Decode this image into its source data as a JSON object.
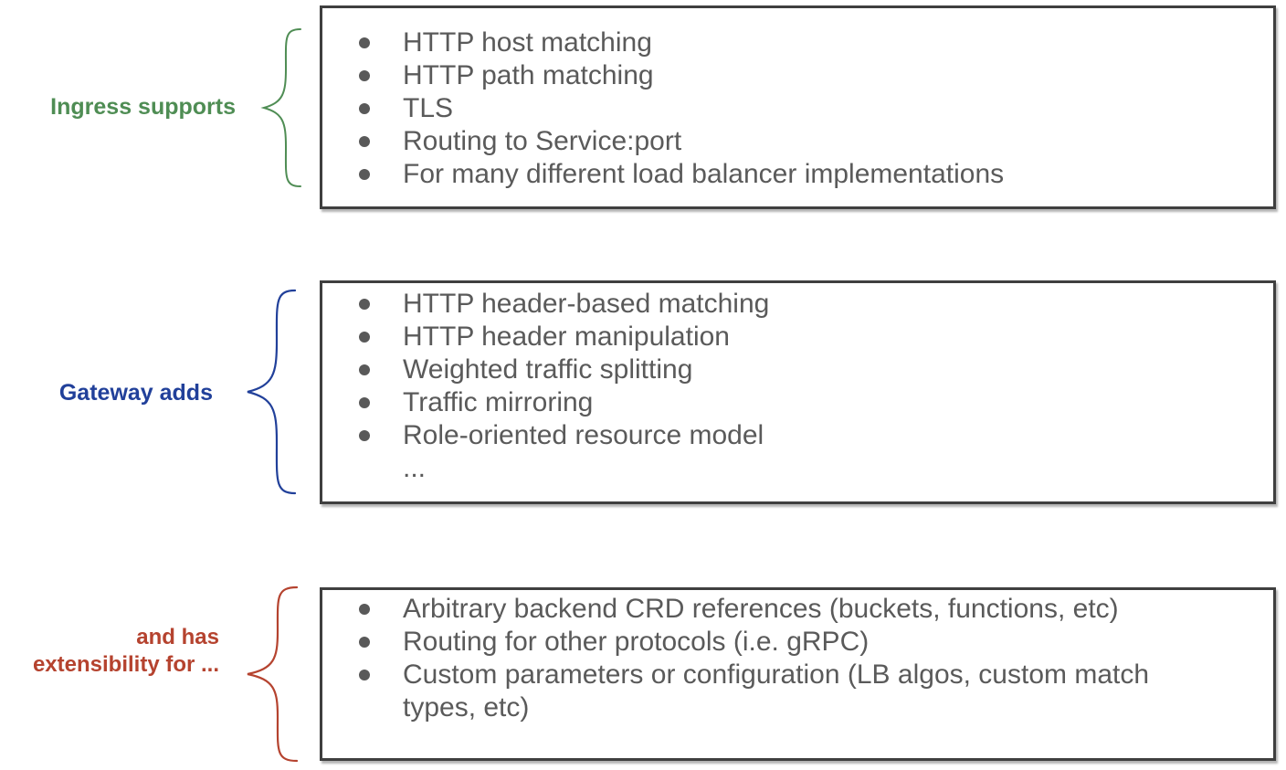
{
  "canvas": {
    "background": "#ffffff",
    "box_border_color": "#3f3f3f",
    "text_color": "#5a5a5a",
    "bullet_color": "#595959"
  },
  "sections": [
    {
      "label": "Ingress supports",
      "label_color": "#4f8d54",
      "items": [
        "HTTP host matching",
        "HTTP path matching",
        "TLS",
        "Routing to Service:port",
        "For many different load balancer implementations"
      ]
    },
    {
      "label": "Gateway adds",
      "label_color": "#21409a",
      "items": [
        "HTTP header-based matching",
        "HTTP header manipulation",
        "Weighted traffic splitting",
        "Traffic mirroring",
        "Role-oriented resource model",
        "..."
      ]
    },
    {
      "label": "and has\nextensibility for ...",
      "label_color": "#b5432f",
      "items": [
        "Arbitrary backend CRD references (buckets, functions, etc)",
        "Routing for other protocols (i.e. gRPC)",
        "Custom parameters or configuration (LB algos, custom match\ntypes, etc)"
      ]
    }
  ]
}
